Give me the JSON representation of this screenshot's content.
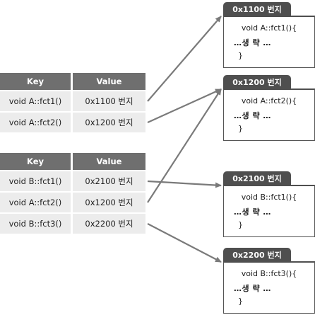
{
  "vtables": [
    {
      "header": {
        "key": "Key",
        "value": "Value"
      },
      "rows": [
        {
          "key": "void A::fct1()",
          "value": "0x1100 번지",
          "target": 0
        },
        {
          "key": "void A::fct2()",
          "value": "0x1200 번지",
          "target": 1
        }
      ]
    },
    {
      "header": {
        "key": "Key",
        "value": "Value"
      },
      "rows": [
        {
          "key": "void B::fct1()",
          "value": "0x2100 번지",
          "target": 2
        },
        {
          "key": "void A::fct2()",
          "value": "0x1200 번지",
          "target": 1
        },
        {
          "key": "void B::fct3()",
          "value": "0x2200 번지",
          "target": 3
        }
      ]
    }
  ],
  "functions": [
    {
      "address": "0x1100 번지",
      "signature": "void A::fct1(){",
      "body": "…생 략 …",
      "close": "}"
    },
    {
      "address": "0x1200 번지",
      "signature": "void A::fct2(){",
      "body": "…생 략 …",
      "close": "}"
    },
    {
      "address": "0x2100 번지",
      "signature": "void B::fct1(){",
      "body": "…생 략 …",
      "close": "}"
    },
    {
      "address": "0x2200 번지",
      "signature": "void B::fct3(){",
      "body": "…생 략 …",
      "close": "}"
    }
  ],
  "colors": {
    "arrow": "#7a7a7a",
    "header": "#6f6f6f",
    "cell": "#ececec",
    "tab": "#4f4f4f"
  }
}
